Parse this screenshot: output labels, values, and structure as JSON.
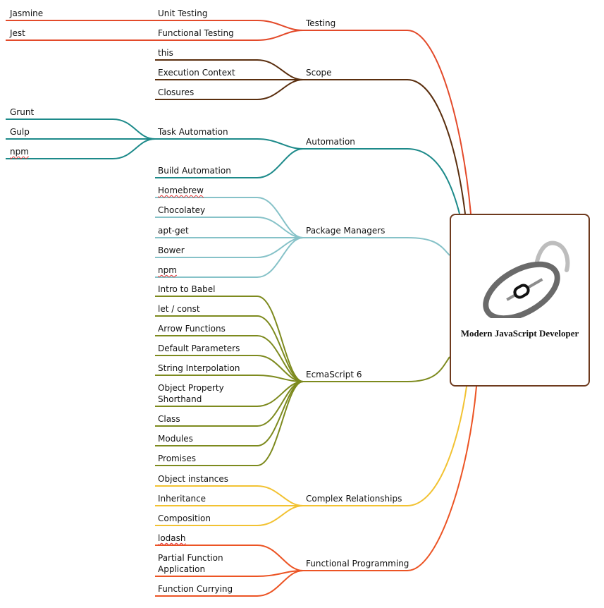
{
  "central": {
    "title": "Modern JavaScript Developer",
    "icon": "computer-mouse-icon"
  },
  "branches": [
    {
      "label": "Testing",
      "color": "#e34a2a",
      "children": [
        {
          "label": "Unit Testing",
          "children": [
            "Jasmine"
          ]
        },
        {
          "label": "Functional Testing",
          "children": [
            "Jest"
          ]
        }
      ]
    },
    {
      "label": "Scope",
      "color": "#5a2e0e",
      "children": [
        {
          "label": "this"
        },
        {
          "label": "Execution Context"
        },
        {
          "label": "Closures"
        }
      ]
    },
    {
      "label": "Automation",
      "color": "#1d8a8a",
      "children": [
        {
          "label": "Task Automation",
          "children": [
            "Grunt",
            "Gulp",
            "npm"
          ]
        },
        {
          "label": "Build Automation"
        }
      ]
    },
    {
      "label": "Package Managers",
      "color": "#86c2c8",
      "children": [
        {
          "label": "Homebrew"
        },
        {
          "label": "Chocolatey"
        },
        {
          "label": "apt-get"
        },
        {
          "label": "Bower"
        },
        {
          "label": "npm"
        }
      ]
    },
    {
      "label": "EcmaScript 6",
      "color": "#7d8a1e",
      "children": [
        {
          "label": "Intro to Babel"
        },
        {
          "label": "let / const"
        },
        {
          "label": "Arrow Functions"
        },
        {
          "label": "Default Parameters"
        },
        {
          "label": "String Interpolation"
        },
        {
          "label": "Object Property Shorthand"
        },
        {
          "label": "Class"
        },
        {
          "label": "Modules"
        },
        {
          "label": "Promises"
        }
      ]
    },
    {
      "label": "Complex Relationships",
      "color": "#f2c232",
      "children": [
        {
          "label": "Object instances"
        },
        {
          "label": "Inheritance"
        },
        {
          "label": "Composition"
        }
      ]
    },
    {
      "label": "Functional Programming",
      "color": "#ec5424",
      "children": [
        {
          "label": "lodash"
        },
        {
          "label": "Partial Function Application"
        },
        {
          "label": "Function Currying"
        }
      ]
    }
  ]
}
